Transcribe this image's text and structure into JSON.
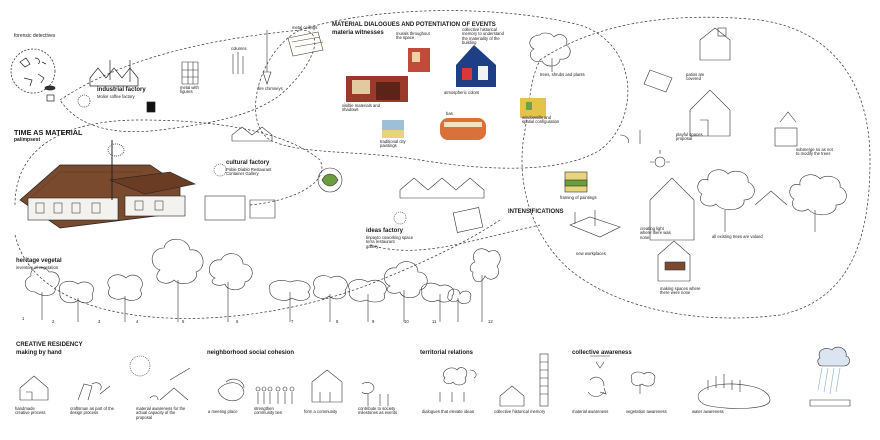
{
  "top": {
    "forensic": "forensic detectives",
    "time_material": "TIME AS MATERIAL",
    "palimpsest": "palimpsest",
    "industrial_title": "industrial factory",
    "industrial_sub": "Molior coffee factory",
    "cultural_title": "cultural factory",
    "cultural_sub": "Poble Diablo Restaurant\nContainer Gallery",
    "ideas_title": "ideas factory",
    "ideas_sub": "tinpayto coworking space\nterra restaurant\ngallery",
    "heritage_title": "heritage vegetal",
    "heritage_sub": "inventory of vegetation",
    "metal_ceilings": "metal ceilings",
    "columns": "columns",
    "metal_figures": "metal with\nfigures",
    "fire_chimneys": "fire chimneys",
    "md_title": "MATERIAL DIALOGUES AND POTENTIATION OF EVENTS",
    "md_sub": "materia witnesses",
    "murals": "murals throughout\nthe space",
    "collective_memory": "collective historical\nmemory to understand\nthe materiality of the\nbuilding",
    "trees_shrubs": "trees, shrubs and plants",
    "visible_materials": "visible materials and\nshadows",
    "atmospheric": "atmospheric colors",
    "bas": "bas",
    "windowsills": "windowsills and\nspatial configuration",
    "traditional_paintings": "traditional city\npaintings",
    "intensifications": "INTENSIFICATIONS",
    "framing": "framing of paintings",
    "new_workplaces": "new workplaces",
    "patios": "patios are\ncovered",
    "playful": "playful spaces\nproposal",
    "submerge": "submerge so as not\nto modify the trees",
    "light": "creating light\nwhere there was\nnone",
    "existing_trees": "all existing trees are valued",
    "making_spaces": "making spaces where\nthere were none",
    "tree_numbers": [
      "1",
      "2",
      "3",
      "4",
      "5",
      "6",
      "7",
      "8",
      "9",
      "10",
      "11",
      "12"
    ]
  },
  "legend": {
    "creative_residency": "CREATIVE RESIDENCY",
    "making_by_hand": "making by hand",
    "neighborhood": "neighborhood social cohesion",
    "territorial": "territorial relations",
    "collective_awareness": "collective awareness",
    "items": [
      "handmade\ncreative process",
      "craftsman as part of the\ndesign process",
      "material awareness for the\nactual capacity of the\nproposal",
      "a meeting place",
      "strengthen\ncommunity ties",
      "form a community",
      "contribute to society\nmilestones as events",
      "dialogues that elevate ideas",
      "collective historical memory",
      "material awareness",
      "vegetation awareness",
      "water awareness"
    ]
  },
  "colors": {
    "roof": "#7a4a2e",
    "mural_red": "#c23b2a",
    "mural_blue": "#2a55a6",
    "bus_orange": "#d8723a",
    "green": "#6c9c3e",
    "yellow": "#e2c43a",
    "rain_blue": "#86a9d6"
  }
}
